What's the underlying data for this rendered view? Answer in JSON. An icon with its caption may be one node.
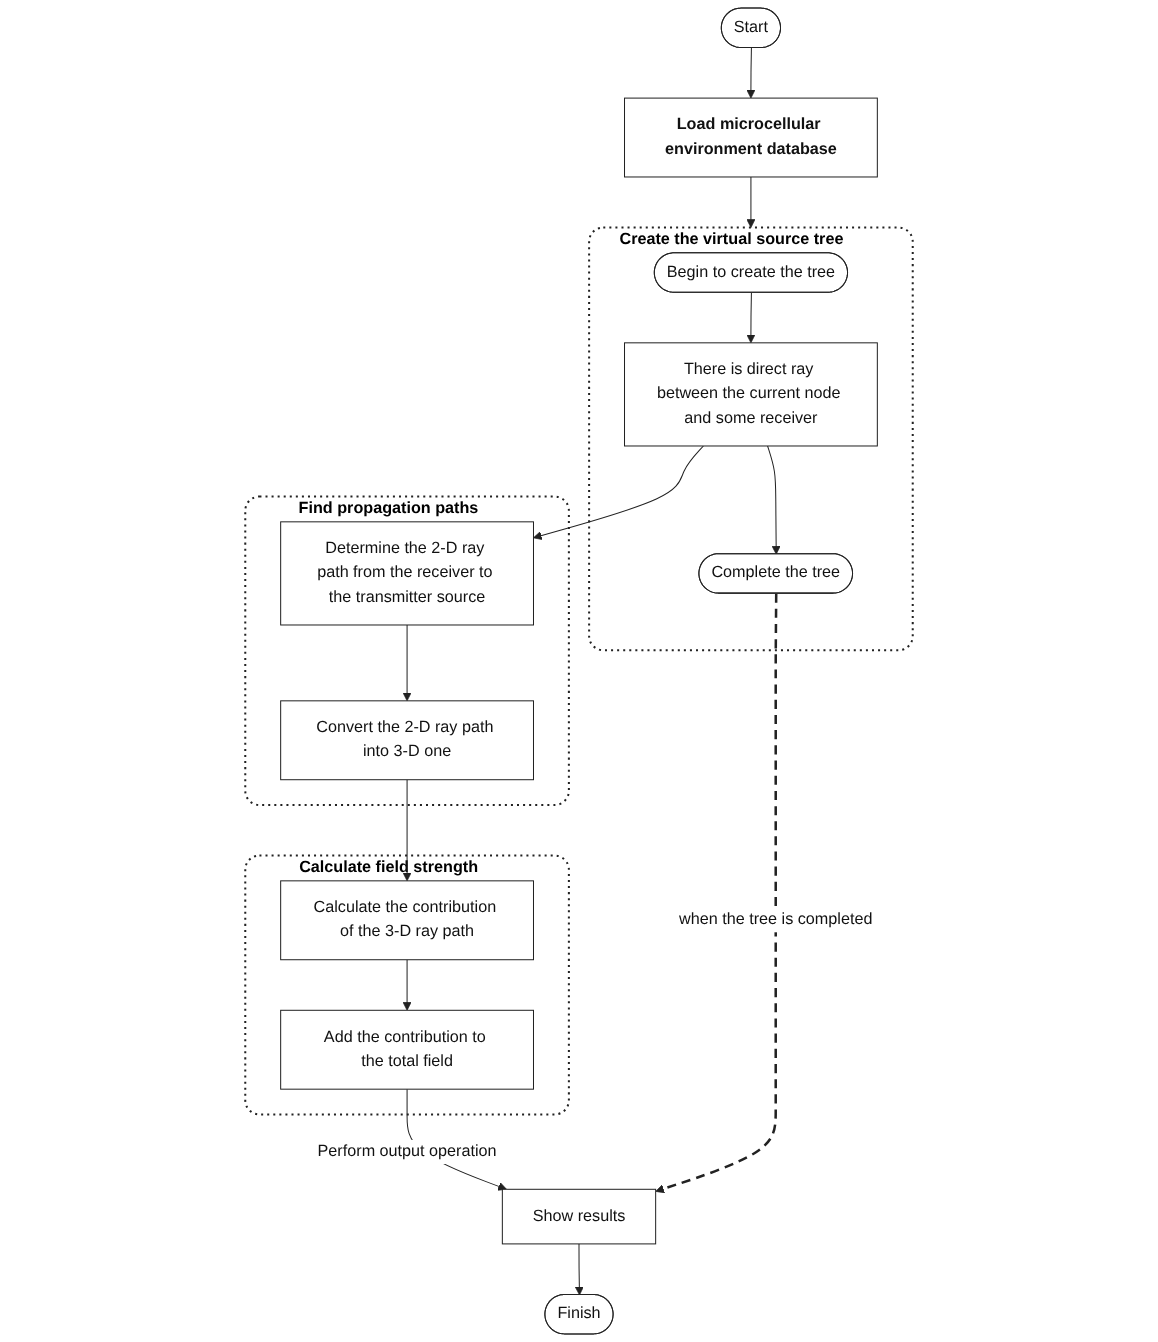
{
  "diagram": {
    "nodes": [
      {
        "text": [
          "Start"
        ]
      },
      {
        "text": [
          "Load microcellular environment database"
        ]
      },
      {
        "text": [
          "Create the virtual source tree"
        ]
      },
      {
        "text": [
          "Begin to create the tree"
        ],
        "in": 2
      },
      {
        "text": [
          "There is direct ray between the current node and some receiver"
        ],
        "in": 2
      },
      {
        "text": [
          "Complete the tree"
        ],
        "in": 2
      },
      {
        "text": [
          "Find propagation paths"
        ]
      },
      {
        "text": [
          "Determine the 2-D ray path from the receiver to the transmitter source"
        ],
        "in": 6
      },
      {
        "text": [
          "Convert the 2-D ray path into 3-D one"
        ],
        "in": 6
      },
      {
        "text": [
          "Calculate field strength"
        ]
      },
      {
        "text": [
          "Calculate the contribution of the 3-D ray path"
        ],
        "in": 9
      },
      {
        "text": [
          "Add the contribution to the total field"
        ],
        "in": 9
      },
      {
        "text": [
          "Show results"
        ]
      },
      {
        "text": [
          "Finish"
        ]
      }
    ],
    "edges": [
      {
        "from": 0,
        "to": 1,
        "arrow": "to"
      },
      {
        "from": 1,
        "to": 2,
        "arrow": "to"
      },
      {
        "from": 3,
        "to": 4,
        "arrow": "to"
      },
      {
        "from": 4,
        "to": 5,
        "arrow": "to"
      },
      {
        "from": 4,
        "to": 7,
        "arrow": "to"
      },
      {
        "from": 7,
        "to": 8,
        "arrow": "to"
      },
      {
        "from": 8,
        "to": 10,
        "arrow": "to"
      },
      {
        "from": 10,
        "to": 11,
        "arrow": "to"
      },
      {
        "from": 11,
        "to": 12,
        "arrow": "to",
        "label": "Perform output operation"
      },
      {
        "from": 5,
        "to": 12,
        "arrow": "to",
        "label": "when the tree is completed",
        "style": "dashed"
      },
      {
        "from": 12,
        "to": 13,
        "arrow": "to"
      }
    ]
  }
}
